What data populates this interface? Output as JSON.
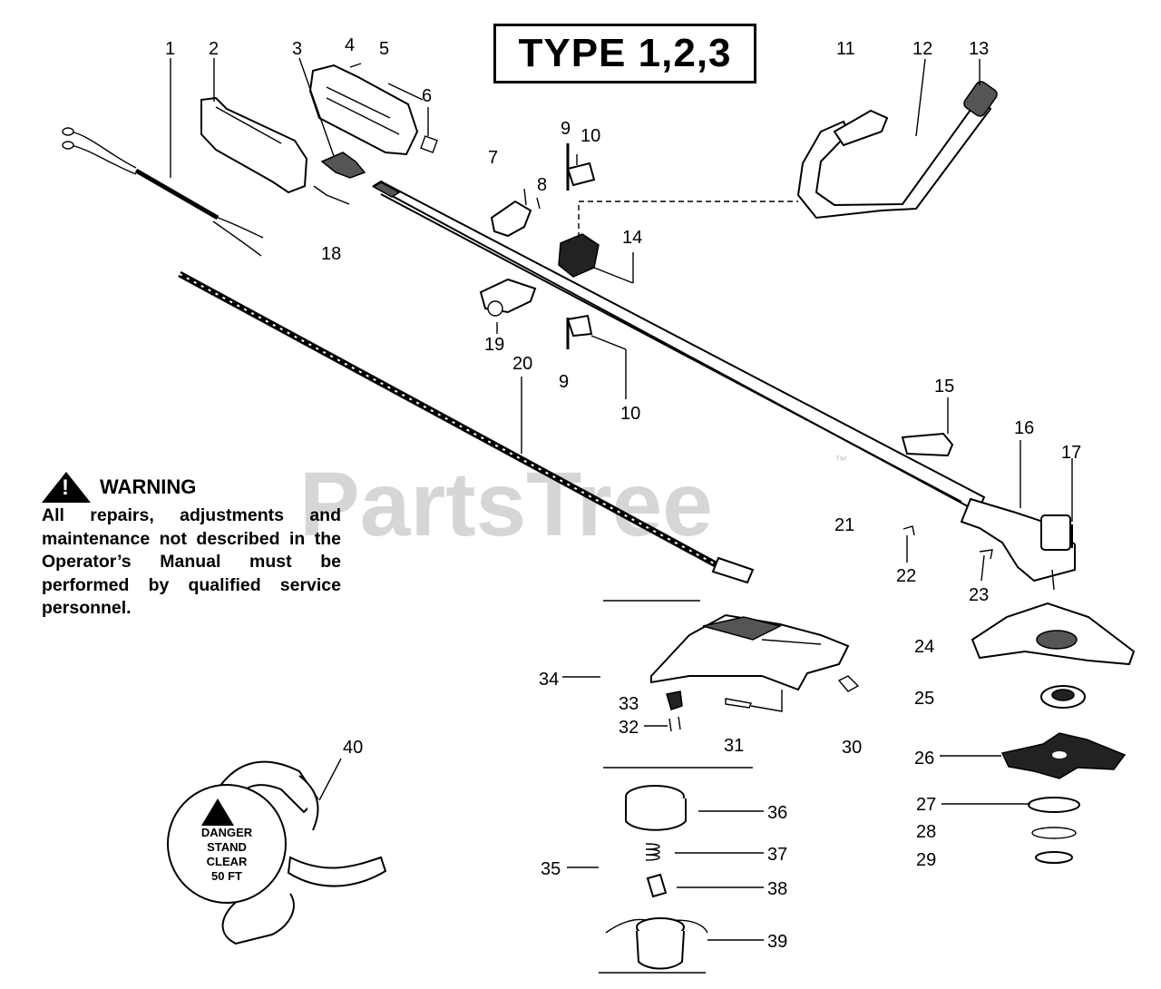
{
  "title": "TYPE 1,2,3",
  "watermark": {
    "text": "PartsTree",
    "trademark": "™"
  },
  "warning": {
    "heading": "WARNING",
    "icon": "warning-triangle-icon",
    "text": "All repairs, adjustments and maintenance not described in the Operator’s Manual must be performed by qualified service personnel."
  },
  "danger_label": {
    "line1": "DANGER",
    "line2": "STAND",
    "line3": "CLEAR",
    "line4": "50 FT"
  },
  "callouts": {
    "c1": "1",
    "c2": "2",
    "c3": "3",
    "c4": "4",
    "c5": "5",
    "c6": "6",
    "c7": "7",
    "c8": "8",
    "c9a": "9",
    "c9b": "9",
    "c10a": "10",
    "c10b": "10",
    "c11": "11",
    "c12": "12",
    "c13": "13",
    "c14": "14",
    "c15": "15",
    "c16": "16",
    "c17": "17",
    "c18": "18",
    "c19": "19",
    "c20": "20",
    "c21": "21",
    "c22": "22",
    "c23": "23",
    "c24": "24",
    "c25": "25",
    "c26": "26",
    "c27": "27",
    "c28": "28",
    "c29": "29",
    "c30": "30",
    "c31": "31",
    "c32": "32",
    "c33": "33",
    "c34": "34",
    "c35": "35",
    "c36": "36",
    "c37": "37",
    "c38": "38",
    "c39": "39",
    "c40": "40"
  }
}
